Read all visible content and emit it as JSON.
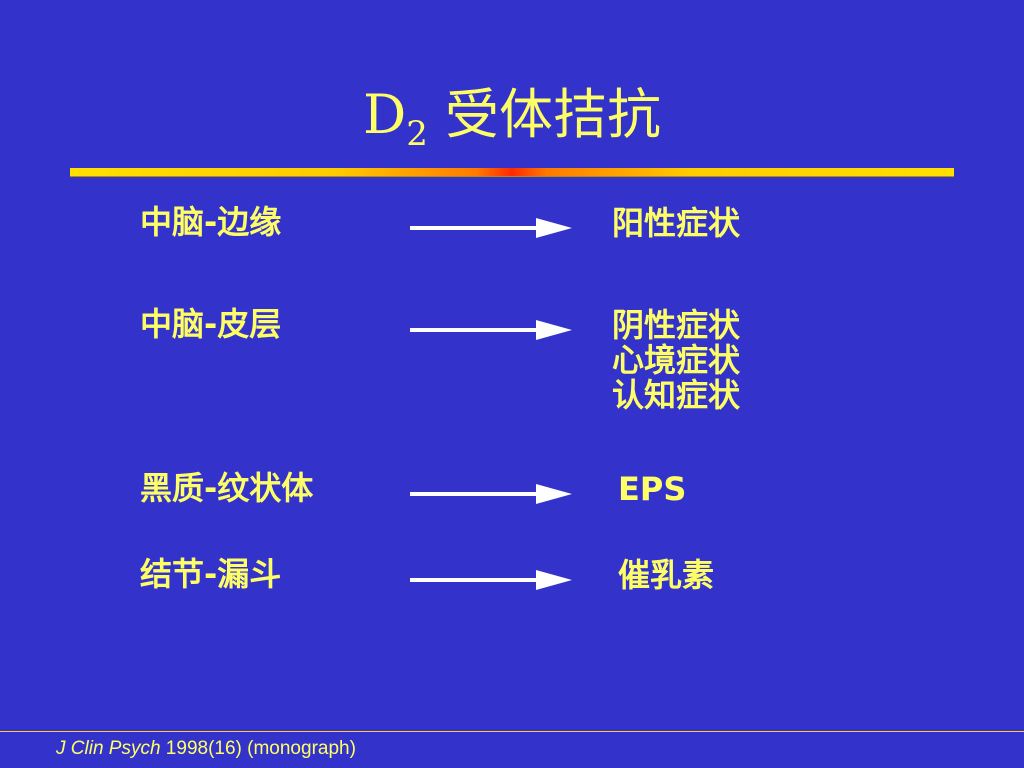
{
  "title": {
    "main": "D",
    "subscript": "2",
    "text": " 受体拮抗"
  },
  "rows": [
    {
      "left": "中脑-边缘",
      "right": [
        "阳性症状"
      ]
    },
    {
      "left": "中脑-皮层",
      "right": [
        "阴性症状",
        "心境症状",
        "认知症状"
      ]
    },
    {
      "left": "黑质-纹状体",
      "right": [
        "EPS"
      ]
    },
    {
      "left": "结节-漏斗",
      "right": [
        "催乳素"
      ]
    }
  ],
  "footer": {
    "journal": "J Clin Psych",
    "rest": " 1998(16) (monograph)"
  },
  "colors": {
    "background": "#3333cc",
    "text": "#ffff66",
    "arrow": "#ffffff"
  }
}
